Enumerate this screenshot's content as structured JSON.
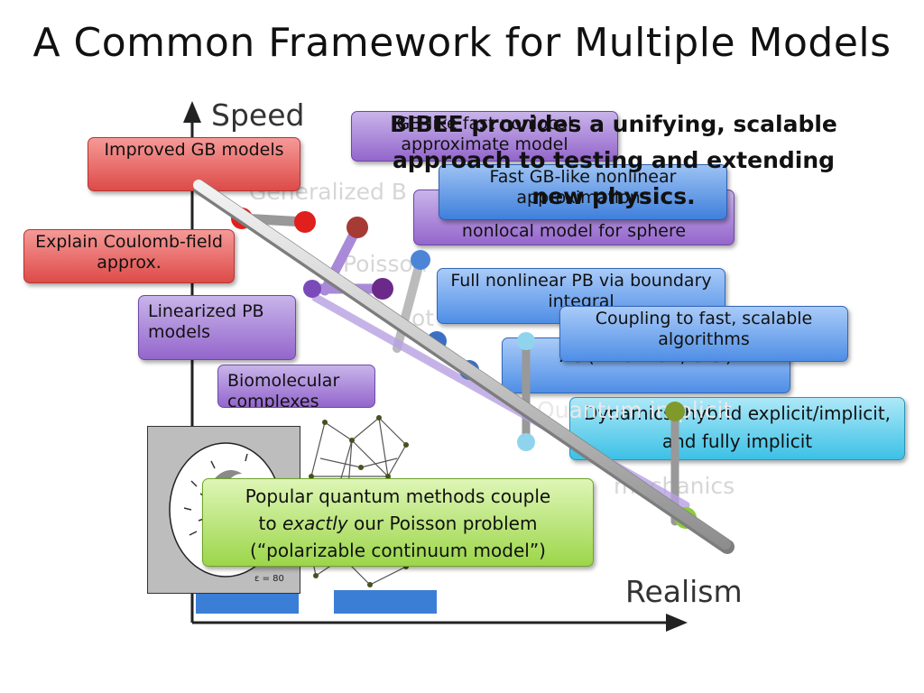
{
  "title": "A Common Framework for Multiple Models",
  "axes": {
    "y_label": "Speed",
    "x_label": "Realism"
  },
  "faded_labels": {
    "generalized": "Generalized B",
    "poisson": "Poisson",
    "plot": "ot",
    "mechanics": "mechanics",
    "implicit": "Quantum implicit"
  },
  "boxes": {
    "improved_gb": "Improved GB models",
    "explain_coulomb": "Explain Coulomb-field approx.",
    "linearized_pb": "Linearized PB models",
    "biomolecular": "Biomolecular complexes",
    "gb_like_nonlocal": "GB-like fast nonlocal approximate model",
    "fast_gb_nonlinear": "Fast GB-like nonlinear approximations",
    "nonlocal_sphere": "nonlocal model for sphere",
    "full_nonlinear": "Full nonlinear PB via boundary integral",
    "coupling": "Coupling to fast, scalable algorithms",
    "bikerman": "Ac (Bikerman, etc.)",
    "dynamics": "Dynamics: hybrid explicit/implicit, and fully implicit",
    "quantum": {
      "line1": "Popular quantum methods couple",
      "line2_pre": "to ",
      "line2_em": "exactly",
      "line2_post": " our Poisson problem",
      "line3": "(“polarizable continuum model”)"
    }
  },
  "bibee_statement": "BIBEE provides a unifying, scalable approach to testing and extending new physics.",
  "figure_label": "ε = 80"
}
